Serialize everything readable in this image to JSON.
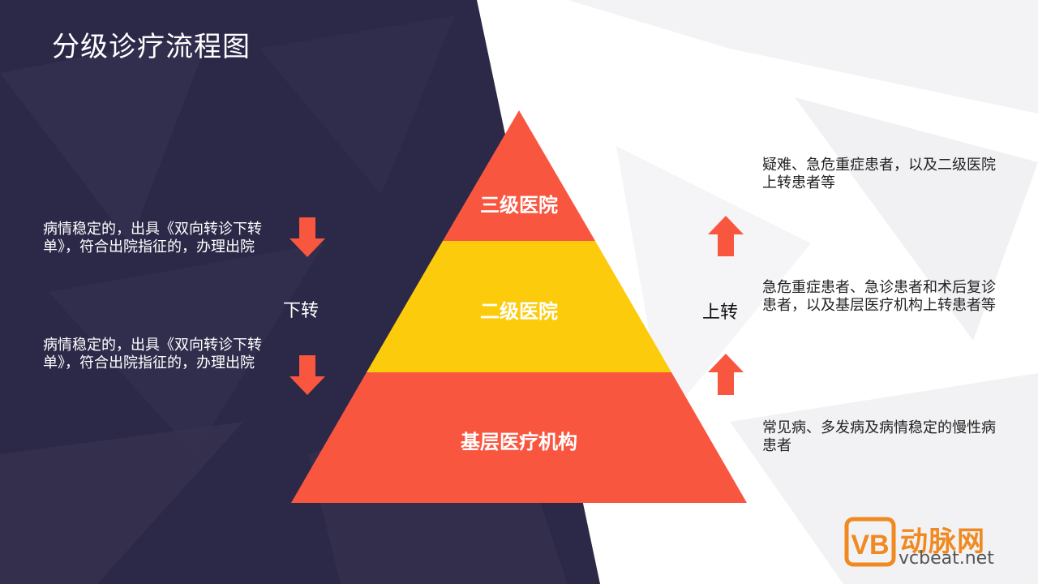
{
  "title": "分级诊疗流程图",
  "levels": [
    {
      "label": "三级医院",
      "color": "#f95640"
    },
    {
      "label": "二级医院",
      "color": "#fccb0b"
    },
    {
      "label": "基层医疗机构",
      "color": "#f95640"
    }
  ],
  "down": {
    "label": "下转",
    "notes": [
      "病情稳定的，出具《双向转诊下转单》，符合出院指征的，办理出院",
      "病情稳定的，出具《双向转诊下转单》，符合出院指征的，办理出院"
    ]
  },
  "up": {
    "label": "上转",
    "notes": [
      "疑难、急危重症患者，以及二级医院上转患者等",
      "急危重症患者、急诊患者和术后复诊患者，以及基层医疗机构上转患者等",
      "常见病、多发病及病情稳定的慢性病患者"
    ]
  },
  "logo": {
    "mark": "VB",
    "cn": "动脉网",
    "en": "vcbeat.net"
  },
  "colors": {
    "dark_bg": "#2c2848",
    "arrow": "#f95640",
    "logo": "#f08a20"
  }
}
